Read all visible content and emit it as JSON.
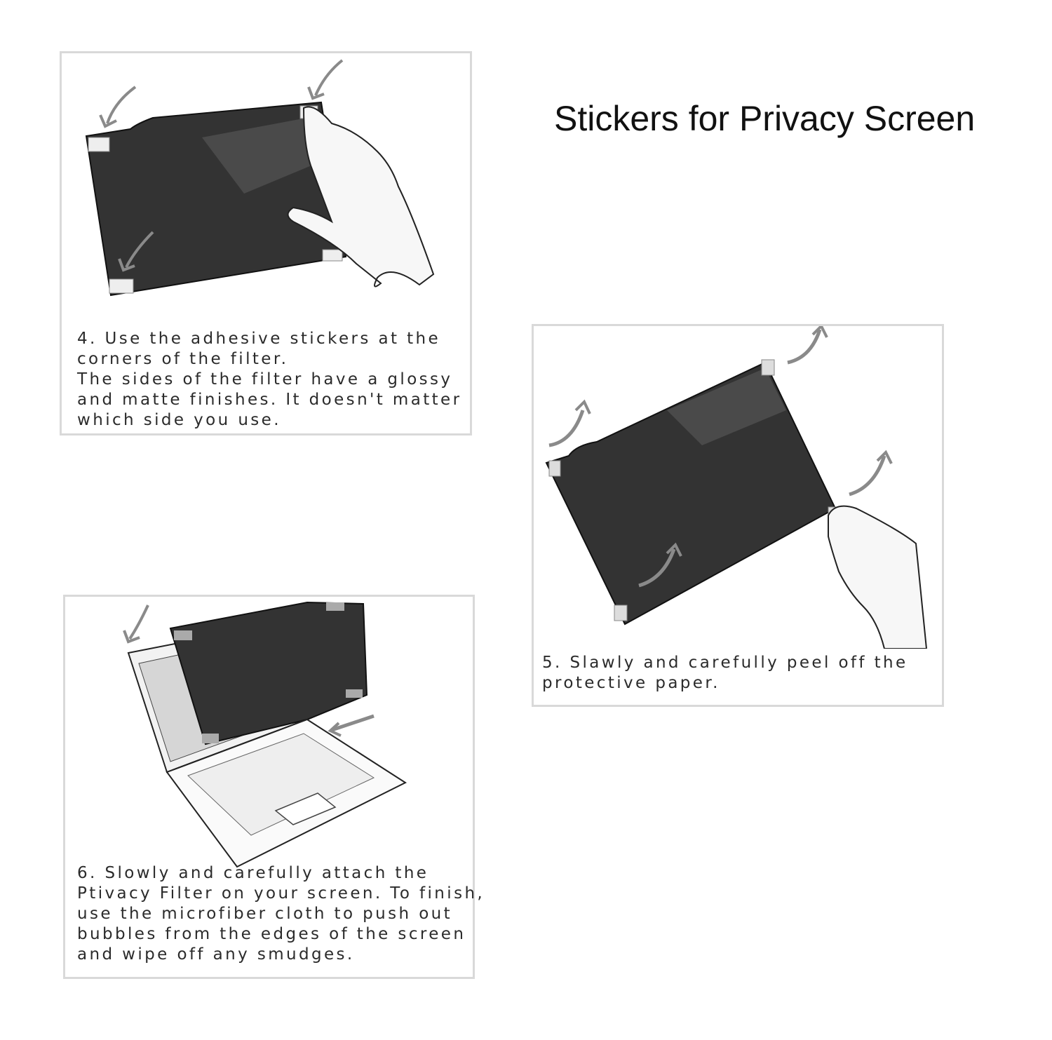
{
  "title": "Stickers for Privacy Screen",
  "colors": {
    "border": "#d9d9d9",
    "filter": "#333333",
    "text": "#2b2b2b",
    "arrow": "#8a8a8a"
  },
  "steps": [
    {
      "id": "step4",
      "illustration": "hand-applying-stickers-to-filter",
      "lines": [
        "4. Use the adhesive stickers at the",
        "corners of the filter.",
        "The sides of the filter have a glossy",
        "and matte finishes. It doesn't matter",
        "which side you use."
      ]
    },
    {
      "id": "step5",
      "illustration": "hand-peeling-protective-paper",
      "lines": [
        "5. Slawly and carefully peel off the",
        "protective paper."
      ]
    },
    {
      "id": "step6",
      "illustration": "laptop-with-privacy-filter",
      "lines": [
        "6. Slowly and carefully attach the",
        "Ptivacy Filter on your screen. To finish,",
        "use the microfiber cloth to push out",
        "bubbles from the edges of the screen",
        "and wipe off any smudges."
      ]
    }
  ]
}
